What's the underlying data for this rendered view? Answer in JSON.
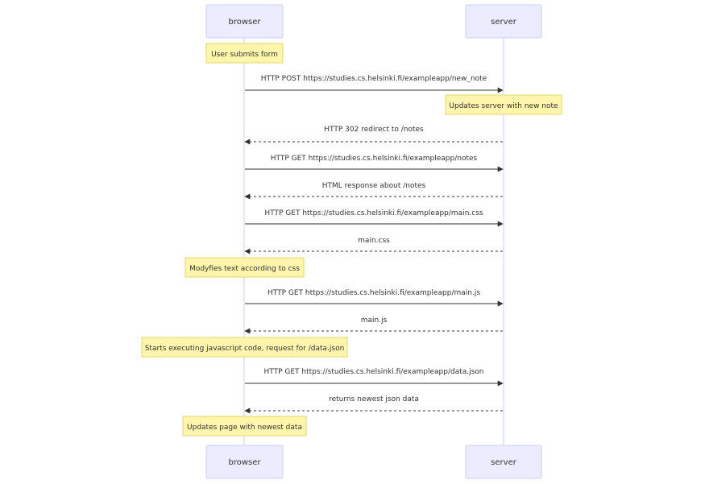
{
  "participants": {
    "browser": "browser",
    "server": "server"
  },
  "notes": {
    "user_submits_form": "User submits form",
    "updates_server": "Updates server with new note",
    "modifies_text": "Modyfies text according to css",
    "starts_executing": "Starts executing javascript code, request for /data.json",
    "updates_page": "Updates page with newest data"
  },
  "messages": {
    "post_new_note": "HTTP POST https://studies.cs.helsinki.fi/exampleapp/new_note",
    "redirect_302": "HTTP 302 redirect to /notes",
    "get_notes": "HTTP GET https://studies.cs.helsinki.fi/exampleapp/notes",
    "html_response": "HTML response about /notes",
    "get_main_css": "HTTP GET https://studies.cs.helsinki.fi/exampleapp/main.css",
    "main_css": "main.css",
    "get_main_js": "HTTP GET https://studies.cs.helsinki.fi/exampleapp/main.js",
    "main_js": "main.js",
    "get_data_json": "HTTP GET https://studies.cs.helsinki.fi/exampleapp/data.json",
    "json_data": "returns newest json data"
  },
  "colors": {
    "actor_fill": "#ececff",
    "actor_stroke": "#ccccff",
    "note_fill": "#fff5ad",
    "note_stroke": "#e3d768",
    "line": "#333333"
  }
}
